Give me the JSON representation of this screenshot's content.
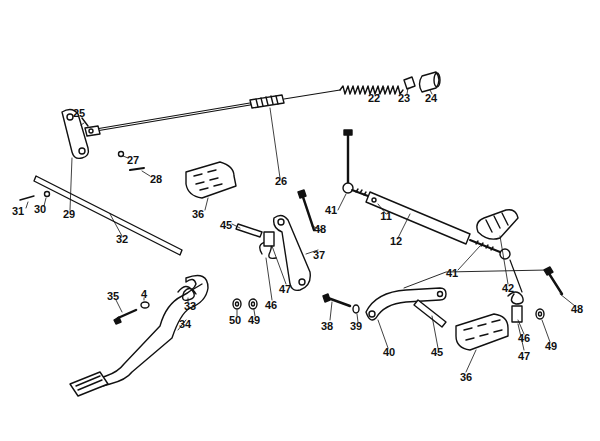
{
  "diagram": {
    "labels": [
      "25",
      "22",
      "23",
      "24",
      "26",
      "27",
      "28",
      "31",
      "30",
      "29",
      "36",
      "45",
      "48",
      "41",
      "11",
      "12",
      "37",
      "32",
      "41",
      "42",
      "35",
      "4",
      "33",
      "47",
      "46",
      "49",
      "50",
      "48",
      "34",
      "38",
      "39",
      "40",
      "45",
      "46",
      "49",
      "47",
      "36"
    ]
  }
}
